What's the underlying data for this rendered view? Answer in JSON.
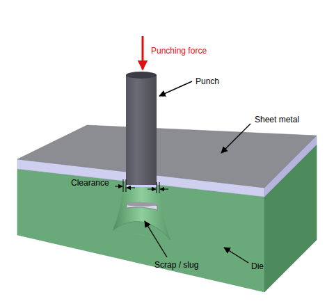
{
  "diagram": {
    "labels": [
      "Punching force",
      "Punch",
      "Sheet metal",
      "Clearance",
      "Scrap / slug",
      "Die"
    ]
  }
}
